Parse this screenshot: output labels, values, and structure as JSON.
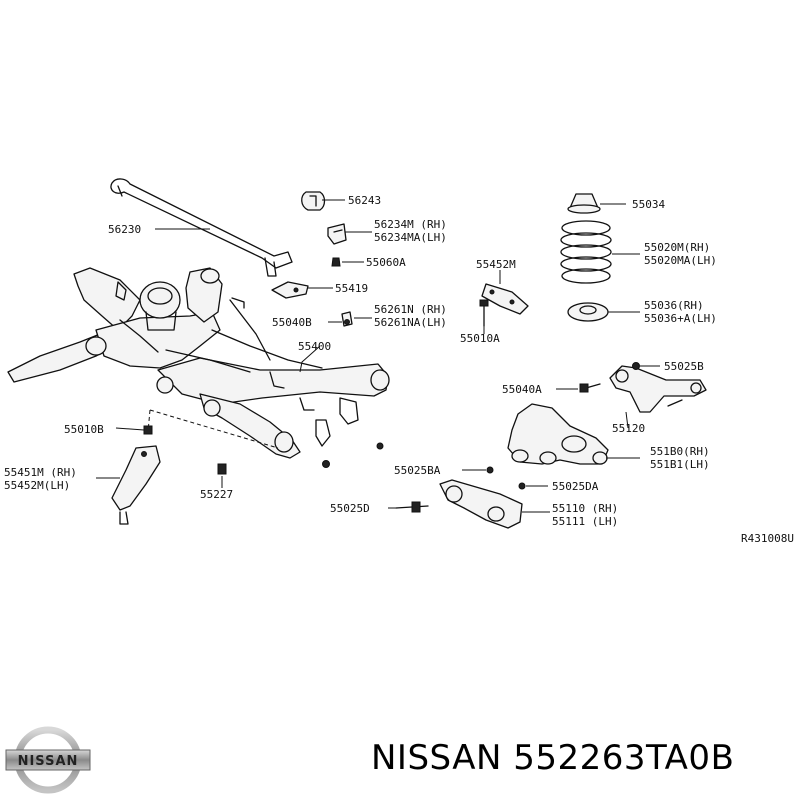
{
  "brand_caption": "NISSAN 552263TA0B",
  "diagram_ref": "R431008U",
  "logo": {
    "text": "NISSAN",
    "icon": "nissan-logo-icon"
  },
  "labels": {
    "l56243": "56243",
    "l56230": "56230",
    "l56234m": "56234M (RH)",
    "l56234ma": "56234MA(LH)",
    "l55060a": "55060A",
    "l55452m_top": "55452M",
    "l55419": "55419",
    "l55040b": "55040B",
    "l56261n": "56261N (RH)",
    "l56261na": "56261NA(LH)",
    "l55010a": "55010A",
    "l55400": "55400",
    "l55034": "55034",
    "l55020m": "55020M(RH)",
    "l55020ma": "55020MA(LH)",
    "l55036": "55036(RH)",
    "l55036a": "55036+A(LH)",
    "l55025b": "55025B",
    "l55040a": "55040A",
    "l55120": "55120",
    "l55010b": "55010B",
    "l551b0": "551B0(RH)",
    "l551b1": "551B1(LH)",
    "l55451m": "55451M (RH)",
    "l55452m_lh": "55452M(LH)",
    "l55227": "55227",
    "l55025ba": "55025BA",
    "l55025da": "55025DA",
    "l55025d": "55025D",
    "l55110": "55110 (RH)",
    "l55111": "55111 (LH)"
  }
}
